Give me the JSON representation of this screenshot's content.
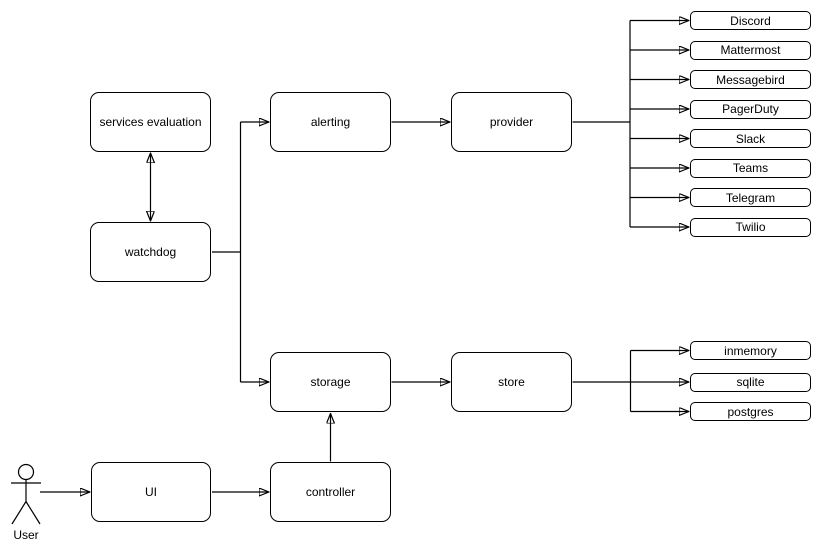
{
  "nodes": {
    "services_evaluation": "services evaluation",
    "watchdog": "watchdog",
    "alerting": "alerting",
    "provider": "provider",
    "storage": "storage",
    "store": "store",
    "ui": "UI",
    "controller": "controller"
  },
  "providers": [
    "Discord",
    "Mattermost",
    "Messagebird",
    "PagerDuty",
    "Slack",
    "Teams",
    "Telegram",
    "Twilio"
  ],
  "stores": [
    "inmemory",
    "sqlite",
    "postgres"
  ],
  "actor": {
    "label": "User"
  },
  "edges": [
    {
      "from": "services_evaluation",
      "to": "watchdog",
      "bidirectional": true
    },
    {
      "from": "watchdog",
      "to": "alerting"
    },
    {
      "from": "watchdog",
      "to": "storage"
    },
    {
      "from": "alerting",
      "to": "provider"
    },
    {
      "from": "provider",
      "to": "Discord"
    },
    {
      "from": "provider",
      "to": "Mattermost"
    },
    {
      "from": "provider",
      "to": "Messagebird"
    },
    {
      "from": "provider",
      "to": "PagerDuty"
    },
    {
      "from": "provider",
      "to": "Slack"
    },
    {
      "from": "provider",
      "to": "Teams"
    },
    {
      "from": "provider",
      "to": "Telegram"
    },
    {
      "from": "provider",
      "to": "Twilio"
    },
    {
      "from": "storage",
      "to": "store"
    },
    {
      "from": "store",
      "to": "inmemory"
    },
    {
      "from": "store",
      "to": "sqlite"
    },
    {
      "from": "store",
      "to": "postgres"
    },
    {
      "from": "user",
      "to": "ui"
    },
    {
      "from": "ui",
      "to": "controller"
    },
    {
      "from": "controller",
      "to": "storage"
    }
  ],
  "colors": {
    "stroke": "#000000",
    "node_fill": "#ffffff",
    "background": "#ffffff"
  }
}
